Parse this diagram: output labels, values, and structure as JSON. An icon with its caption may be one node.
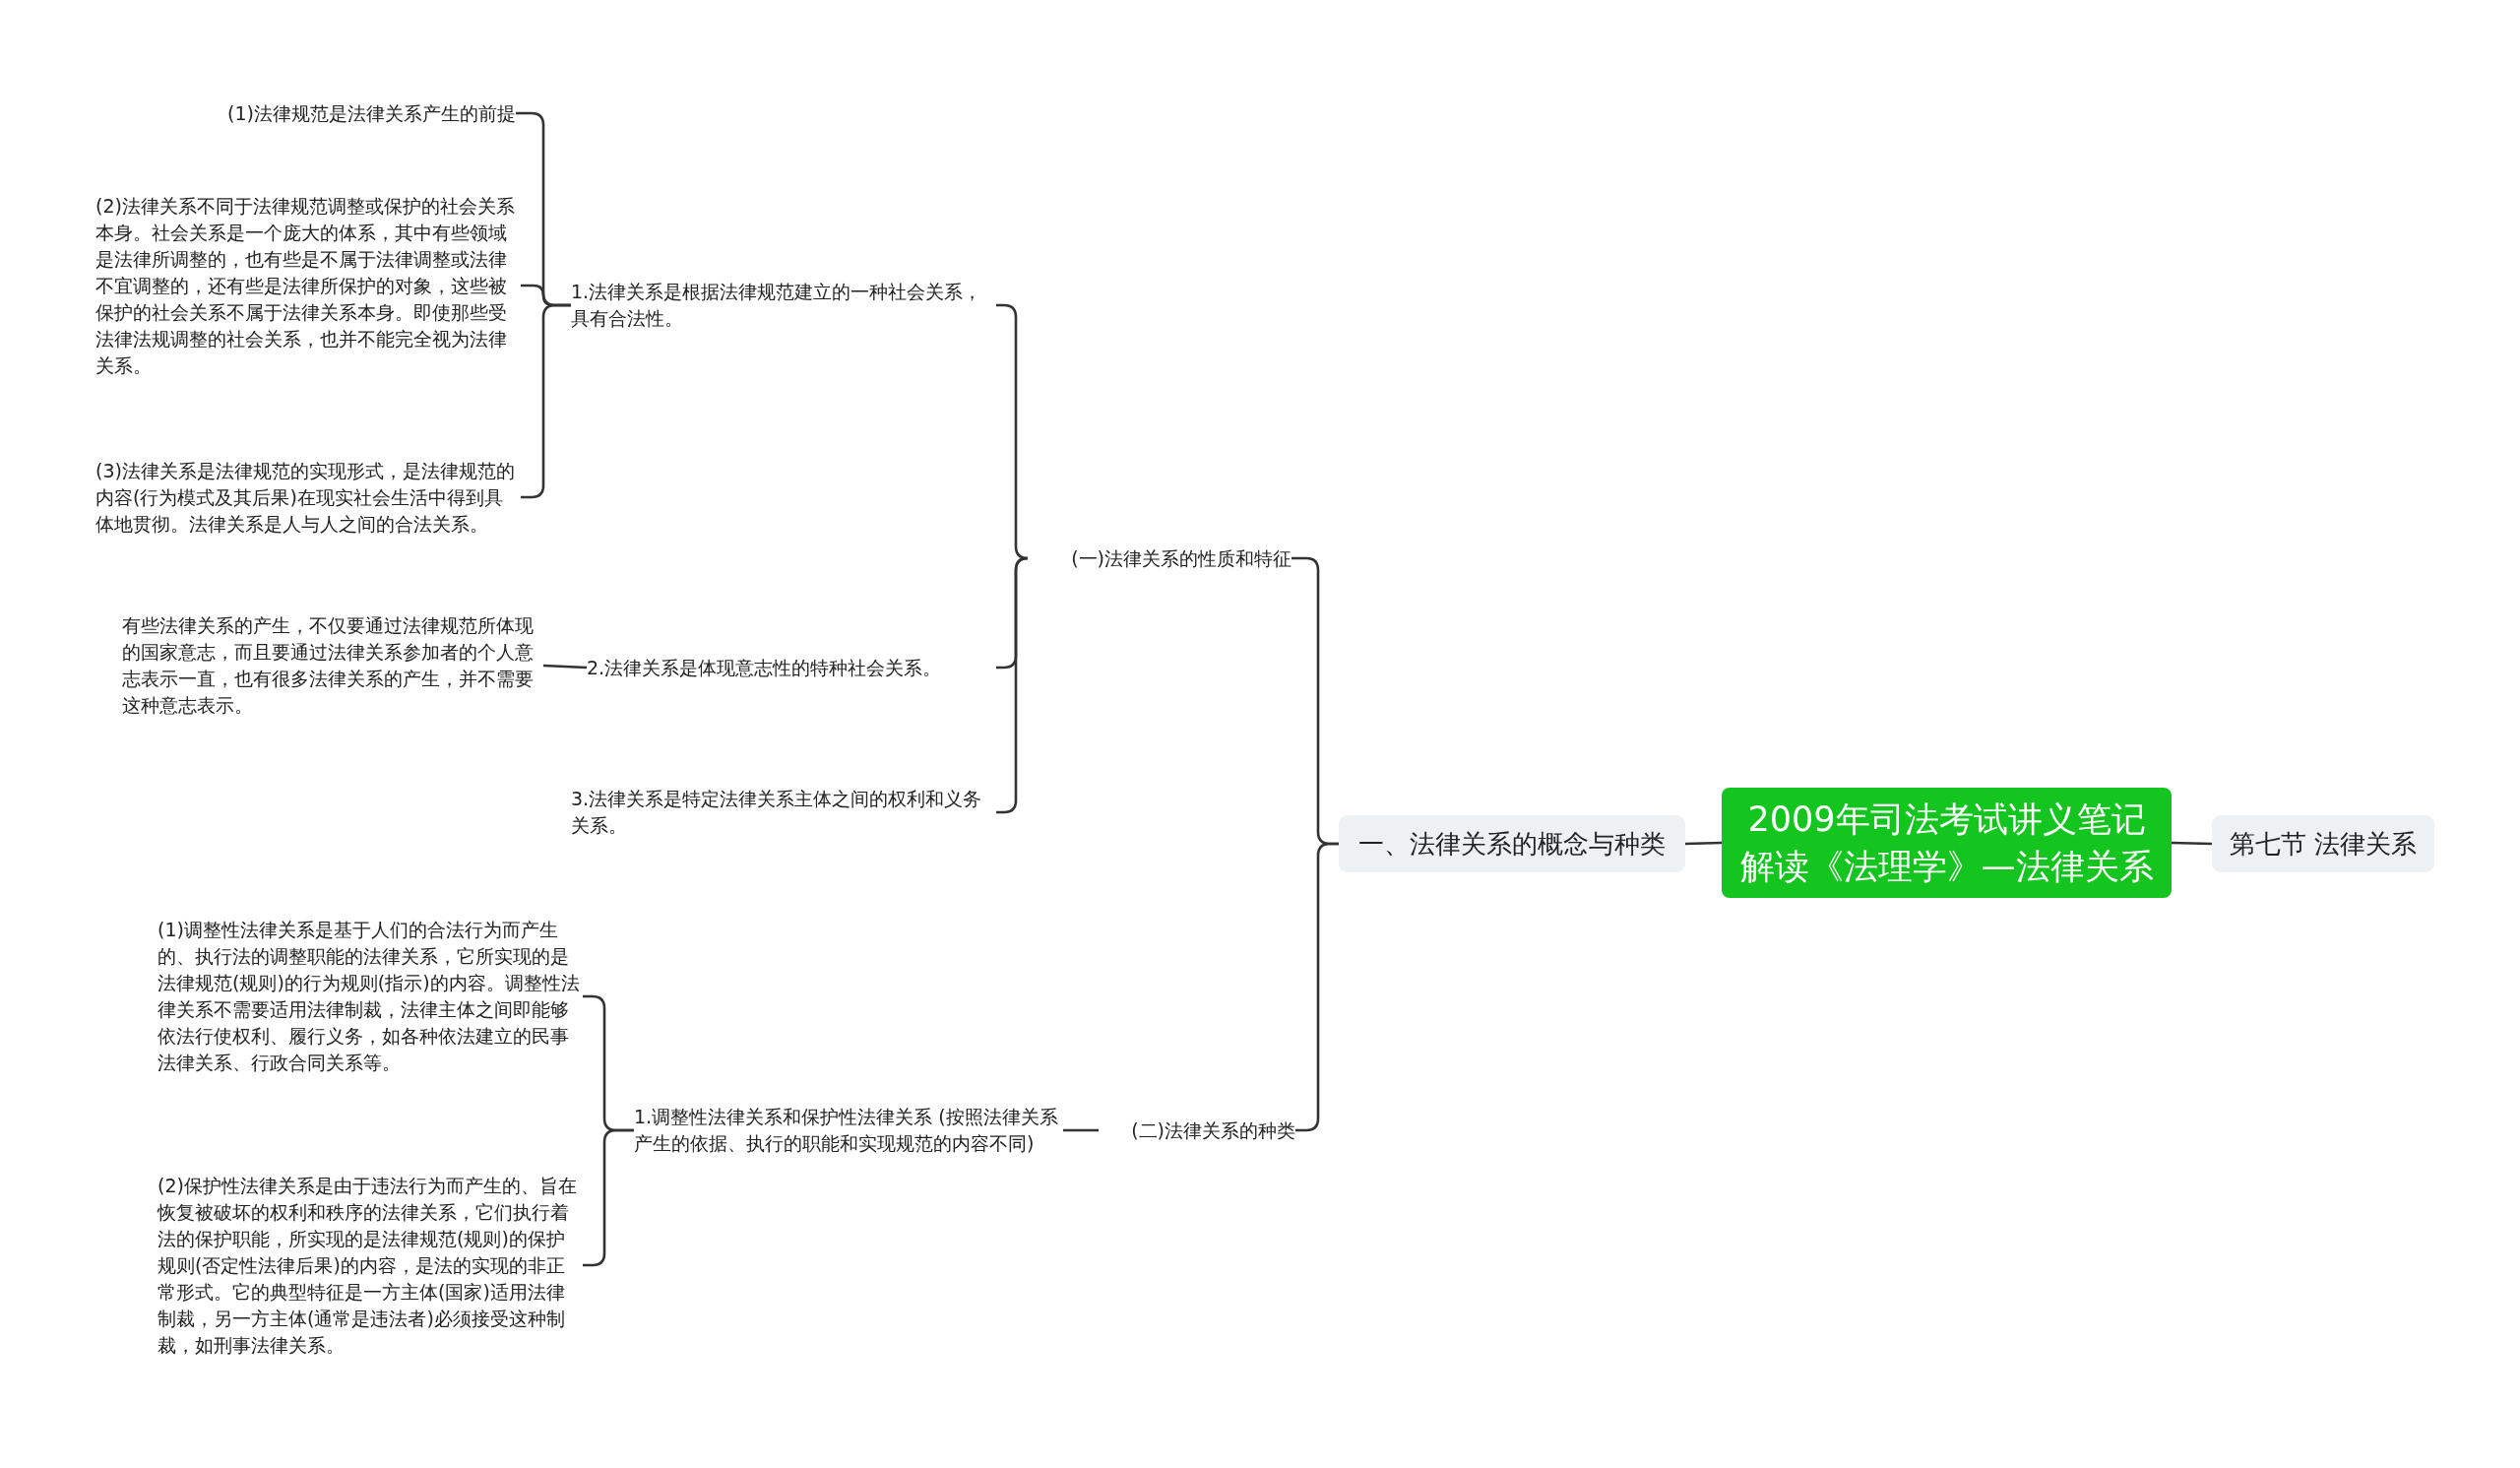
{
  "diagram": {
    "nodes": [
      {
        "text": [
          "2009年司法考试讲义笔记解读《法理学》—法律关系"
        ]
      },
      {
        "text": [
          "第七节 法律关系"
        ]
      },
      {
        "text": [
          "一、法律关系的概念与种类"
        ]
      },
      {
        "text": [
          "(一)法律关系的性质和特征"
        ]
      },
      {
        "text": [
          "1.法律关系是根据法律规范建立的一种社会关系，具有合法性。"
        ]
      },
      {
        "text": [
          "(1)法律规范是法律关系产生的前提"
        ]
      },
      {
        "text": [
          "(2)法律关系不同于法律规范调整或保护的社会关系本身。社会关系是一个庞大的体系，其中有些领域是法律所调整的，也有些是不属于法律调整或法律不宜调整的，还有些是法律所保护的对象，这些被保护的社会关系不属于法律关系本身。即使那些受法律法规调整的社会关系，也并不能完全视为法律关系。"
        ]
      },
      {
        "text": [
          "(3)法律关系是法律规范的实现形式，是法律规范的内容(行为模式及其后果)在现实社会生活中得到具体地贯彻。法律关系是人与人之间的合法关系。"
        ]
      },
      {
        "text": [
          "2.法律关系是体现意志性的特种社会关系。"
        ]
      },
      {
        "text": [
          "有些法律关系的产生，不仅要通过法律规范所体现的国家意志，而且要通过法律关系参加者的个人意志表示一直，也有很多法律关系的产生，并不需要这种意志表示。"
        ]
      },
      {
        "text": [
          "3.法律关系是特定法律关系主体之间的权利和义务关系。"
        ]
      },
      {
        "text": [
          "(二)法律关系的种类"
        ]
      },
      {
        "text": [
          "1.调整性法律关系和保护性法律关系 (按照法律关系产生的依据、执行的职能和实现规范的内容不同)"
        ]
      },
      {
        "text": [
          "(1)调整性法律关系是基于人们的合法行为而产生的、执行法的调整职能的法律关系，它所实现的是法律规范(规则)的行为规则(指示)的内容。调整性法律关系不需要适用法律制裁，法律主体之间即能够依法行使权利、履行义务，如各种依法建立的民事法律关系、行政合同关系等。"
        ]
      },
      {
        "text": [
          "(2)保护性法律关系是由于违法行为而产生的、旨在恢复被破坏的权利和秩序的法律关系，它们执行着法的保护职能，所实现的是法律规范(规则)的保护规则(否定性法律后果)的内容，是法的实现的非正常形式。它的典型特征是一方主体(国家)适用法律制裁，另一方主体(通常是违法者)必须接受这种制裁，如刑事法律关系。"
        ]
      }
    ],
    "edges": [
      {
        "from": 0,
        "to": 1,
        "arrow": "none"
      },
      {
        "from": 0,
        "to": 2,
        "arrow": "none"
      },
      {
        "from": 2,
        "to": 3,
        "arrow": "none"
      },
      {
        "from": 2,
        "to": 11,
        "arrow": "none"
      },
      {
        "from": 3,
        "to": 4,
        "arrow": "none"
      },
      {
        "from": 3,
        "to": 8,
        "arrow": "none"
      },
      {
        "from": 3,
        "to": 10,
        "arrow": "none"
      },
      {
        "from": 4,
        "to": 5,
        "arrow": "none"
      },
      {
        "from": 4,
        "to": 6,
        "arrow": "none"
      },
      {
        "from": 4,
        "to": 7,
        "arrow": "none"
      },
      {
        "from": 8,
        "to": 9,
        "arrow": "none"
      },
      {
        "from": 11,
        "to": 12,
        "arrow": "none"
      },
      {
        "from": 12,
        "to": 13,
        "arrow": "none"
      },
      {
        "from": 12,
        "to": 14,
        "arrow": "none"
      }
    ]
  }
}
